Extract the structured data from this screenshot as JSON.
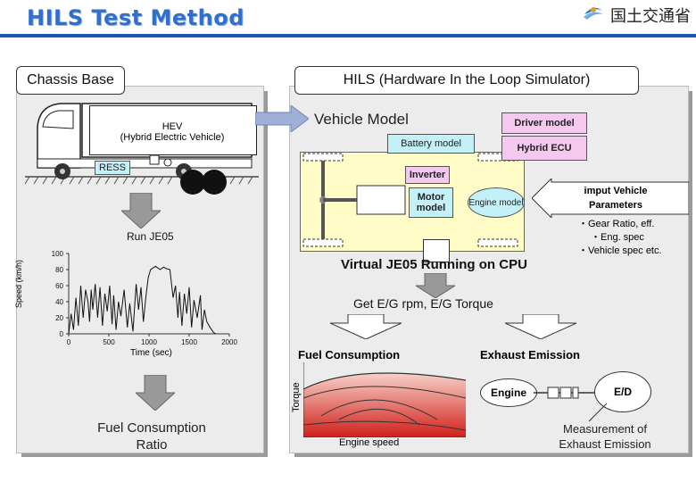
{
  "header": {
    "title": "HILS Test Method",
    "logo_text": "国土交通省"
  },
  "chassis": {
    "label": "Chassis Base",
    "vehicle_label_1": "HEV",
    "vehicle_label_2": "(Hybrid Electric Vehicle)",
    "ress_label": "RESS",
    "run_label": "Run JE05",
    "result_label_1": "Fuel Consumption",
    "result_label_2": "Ratio"
  },
  "hils": {
    "label": "HILS (Hardware In the Loop Simulator)",
    "vehicle_model": "Vehicle  Model",
    "driver_model": "Driver model",
    "battery_model": "Battery model",
    "hybrid_ecu": "Hybrid ECU",
    "inverter": "Inverter",
    "motor_model": "Motor model",
    "engine_model": "Engine model",
    "input_title": "imput Vehicle Parameters",
    "input_items": [
      "・Gear Ratio, eff.",
      "・Eng. spec",
      "・Vehicle spec etc."
    ],
    "virtual_run": "Virtual JE05 Running on CPU",
    "get_torque": "Get E/G rpm, E/G Torque",
    "fuel_consumption": "Fuel Consumption",
    "exhaust_emission": "Exhaust Emission",
    "torque_axis": "Torque",
    "engine_speed_axis": "Engine speed",
    "engine": "Engine",
    "ed": "E/D",
    "measurement": "Measurement of Exhaust Emission"
  },
  "chart_data": {
    "type": "line",
    "xlabel": "Time (sec)",
    "ylabel": "Speed (km/h)",
    "xlim": [
      0,
      2000
    ],
    "ylim": [
      0,
      100
    ],
    "x_ticks": [
      "0",
      "500",
      "1000",
      "1500",
      "2000"
    ],
    "y_ticks": [
      "0",
      "20",
      "40",
      "60",
      "80",
      "100"
    ],
    "x": [
      0,
      30,
      60,
      90,
      120,
      150,
      180,
      210,
      240,
      260,
      280,
      300,
      330,
      360,
      390,
      420,
      450,
      480,
      510,
      540,
      560,
      590,
      620,
      650,
      690,
      730,
      760,
      800,
      840,
      870,
      900,
      930,
      960,
      990,
      1020,
      1050,
      1080,
      1110,
      1140,
      1180,
      1220,
      1260,
      1300,
      1330,
      1360,
      1380,
      1410,
      1440,
      1470,
      1500,
      1530,
      1560,
      1600,
      1640,
      1660,
      1690,
      1720,
      1760,
      1800,
      1830
    ],
    "values": [
      0,
      25,
      5,
      45,
      10,
      60,
      20,
      55,
      40,
      15,
      55,
      30,
      62,
      20,
      58,
      10,
      50,
      28,
      60,
      12,
      48,
      5,
      40,
      22,
      55,
      8,
      38,
      3,
      62,
      30,
      58,
      15,
      45,
      70,
      80,
      82,
      84,
      82,
      80,
      83,
      81,
      80,
      45,
      60,
      20,
      52,
      10,
      50,
      25,
      58,
      8,
      42,
      20,
      48,
      5,
      30,
      15,
      8,
      2,
      0
    ],
    "color": "#111111"
  },
  "colors": {
    "title_blue": "#2f6fd0",
    "rule_blue": "#1b55b8",
    "panel_gray": "#ececec",
    "cyan": "#c4f0f8",
    "magenta": "#f5c8f0",
    "yellow": "#fffcc8"
  }
}
